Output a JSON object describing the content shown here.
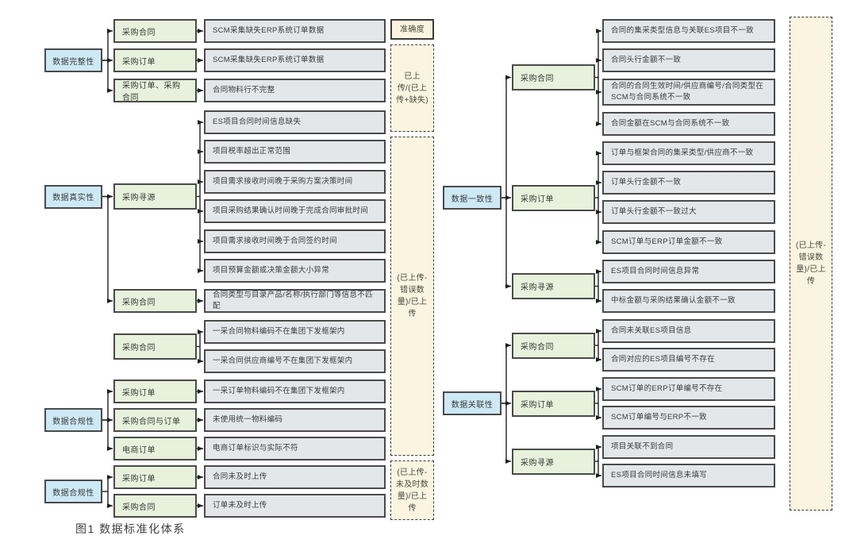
{
  "caption": "图1 数据标准化体系",
  "colors": {
    "category_fill": "#cde9f5",
    "group_fill": "#e7f1db",
    "issue_fill": "#e3e7ea",
    "metric_fill": "#faf4e0",
    "box_border": "#4a4a4a",
    "metric_border": "#3c3c3c",
    "line": "#1f1f1f",
    "text": "#3a3a3a"
  },
  "left": {
    "categories": [
      {
        "label": "数据完整性",
        "groups": [
          0,
          1,
          2
        ]
      },
      {
        "label": "数据真实性",
        "groups": [
          3,
          4
        ]
      },
      {
        "label": "数据合规性",
        "groups": [
          6,
          7,
          8
        ]
      },
      {
        "label": "数据合规性",
        "groups": [
          9,
          10
        ]
      }
    ],
    "groups": [
      {
        "label": "采购合同",
        "issues": [
          0
        ]
      },
      {
        "label": "采购订单",
        "issues": [
          1
        ]
      },
      {
        "label": "采购订单、采购合同",
        "issues": [
          2
        ]
      },
      {
        "label": "采购寻源",
        "issues": [
          3,
          4,
          5,
          6,
          7,
          8
        ]
      },
      {
        "label": "采购合同",
        "issues": [
          9
        ]
      },
      {
        "label": "采购合同",
        "issues": [
          10,
          11
        ]
      },
      {
        "label": "采购订单",
        "issues": [
          12
        ]
      },
      {
        "label": "采购合同与订单",
        "issues": [
          13
        ]
      },
      {
        "label": "电商订单",
        "issues": [
          14
        ]
      },
      {
        "label": "采购订单",
        "issues": [
          15
        ]
      },
      {
        "label": "采购合同",
        "issues": [
          16
        ]
      }
    ],
    "issues": [
      "SCM采集缺失ERP系统订单数据",
      "SCM采集缺失ERP系统订单数据",
      "合同物料行不完整",
      "ES项目合同时间信息缺失",
      "项目税率超出正常范围",
      "项目需求接收时间晚于采购方案决策时间",
      "项目采购结果确认时间晚于完成合同审批时间",
      "项目需求接收时间晚于合同签约时间",
      "项目预算金额或决策金额大小异常",
      "合同类型与目录产品/名称/执行部门等信息不匹配",
      "一采合同物料编码不在集团下发框架内",
      "一采合同供应商编号不在集团下发框架内",
      "一采订单物料编码不在集团下发框架内",
      "未使用统一物料编码",
      "电商订单标识与实际不符",
      "合同未及时上传",
      "订单未及时上传"
    ],
    "metrics": [
      {
        "style": "header",
        "lines": [
          "准确度"
        ]
      },
      {
        "style": "dashed",
        "lines": [
          "已上",
          "传/(已上",
          "传+缺失)"
        ]
      },
      {
        "style": "dashed",
        "lines": [
          "(已上传-",
          "错误数",
          "量)/已上",
          "传"
        ]
      },
      {
        "style": "dashed",
        "lines": [
          "(已上传-",
          "未及时数",
          "量)/已上",
          "传"
        ]
      }
    ]
  },
  "right": {
    "categories": [
      {
        "label": "数据一致性",
        "groups": [
          0,
          1,
          2
        ]
      },
      {
        "label": "数据关联性",
        "groups": [
          3,
          4,
          5
        ]
      }
    ],
    "groups": [
      {
        "label": "采购合同",
        "issues": [
          0,
          1,
          2,
          3
        ]
      },
      {
        "label": "采购订单",
        "issues": [
          4,
          5,
          6,
          7
        ]
      },
      {
        "label": "采购寻源",
        "issues": [
          8,
          9
        ]
      },
      {
        "label": "采购合同",
        "issues": [
          10,
          11
        ]
      },
      {
        "label": "采购订单",
        "issues": [
          12,
          13
        ]
      },
      {
        "label": "采购寻源",
        "issues": [
          14,
          15
        ]
      }
    ],
    "issues": [
      "合同的集采类型信息与关联ES项目不一致",
      "合同头行金额不一致",
      "合同的合同生效时间/供应商编号/合同类型在SCM与合同系统不一致",
      "合同金额在SCM与合同系统不一致",
      "订单与框架合同的集采类型/供应商不一致",
      "订单头行金额不一致",
      "订单头行金额不一致过大",
      "SCM订单与ERP订单金额不一致",
      "ES项目合同时间信息异常",
      "中标金额与采购结果确认金额不一致",
      "合同未关联ES项目信息",
      "合同对应的ES项目编号不存在",
      "SCM订单的ERP订单编号不存在",
      "SCM订单编号与ERP不一致",
      "项目关联不到合同",
      "ES项目合同时间信息未填写"
    ],
    "metrics": [
      {
        "style": "dashed",
        "lines": [
          "(已上传-",
          "错误数",
          "量)/已上",
          "传"
        ]
      }
    ]
  }
}
